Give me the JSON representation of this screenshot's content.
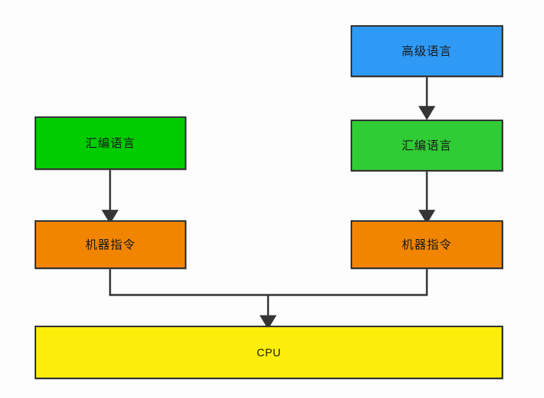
{
  "diagram": {
    "title": "",
    "background_color": "#fdfdfd",
    "edge_color": "#353535",
    "nodes": [
      {
        "id": "high-level",
        "label": "高级语言",
        "fill": "#2f9af5",
        "border": "#353535",
        "text_color": "#1a1a1a"
      },
      {
        "id": "asm-left",
        "label": "汇编语言",
        "fill": "#00cc00",
        "border": "#353535",
        "text_color": "#1a1a1a"
      },
      {
        "id": "asm-right",
        "label": "汇编语言",
        "fill": "#2fcc35",
        "border": "#353535",
        "text_color": "#1a1a1a"
      },
      {
        "id": "mach-left",
        "label": "机器指令",
        "fill": "#f28500",
        "border": "#353535",
        "text_color": "#1a1a1a"
      },
      {
        "id": "mach-right",
        "label": "机器指令",
        "fill": "#f28500",
        "border": "#353535",
        "text_color": "#1a1a1a"
      },
      {
        "id": "cpu",
        "label": "CPU",
        "fill": "#fcee0a",
        "border": "#353535",
        "text_color": "#1a1a1a"
      }
    ],
    "edges": [
      {
        "id": "high-level-to-asm-right",
        "from": "high-level",
        "to": "asm-right",
        "style": "straight-arrow"
      },
      {
        "id": "asm-left-to-mach-left",
        "from": "asm-left",
        "to": "mach-left",
        "style": "straight-arrow"
      },
      {
        "id": "asm-right-to-mach-right",
        "from": "asm-right",
        "to": "mach-right",
        "style": "straight-arrow"
      },
      {
        "id": "mach-left-to-cpu",
        "from": "mach-left",
        "to": "cpu",
        "style": "elbow-merge"
      },
      {
        "id": "mach-right-to-cpu",
        "from": "mach-right",
        "to": "cpu",
        "style": "elbow-merge"
      }
    ]
  }
}
